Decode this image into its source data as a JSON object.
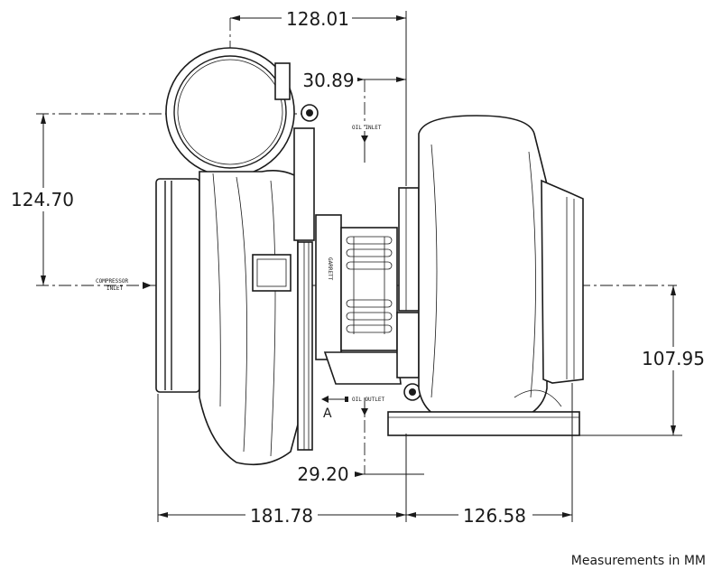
{
  "dimensions": {
    "top_width": "128.01",
    "oil_inlet_offset": "30.89",
    "left_height": "124.70",
    "right_height": "107.95",
    "oil_outlet_offset": "29.20",
    "bottom_left_width": "181.78",
    "bottom_right_width": "126.58"
  },
  "labels": {
    "oil_inlet": "OIL INLET",
    "oil_outlet": "OIL OUTLET",
    "compressor_inlet_line1": "COMPRESSOR",
    "compressor_inlet_line2": "INLET",
    "view_marker": "A",
    "brand": "GARRETT"
  },
  "footer": {
    "note": "Measurements in MM"
  }
}
